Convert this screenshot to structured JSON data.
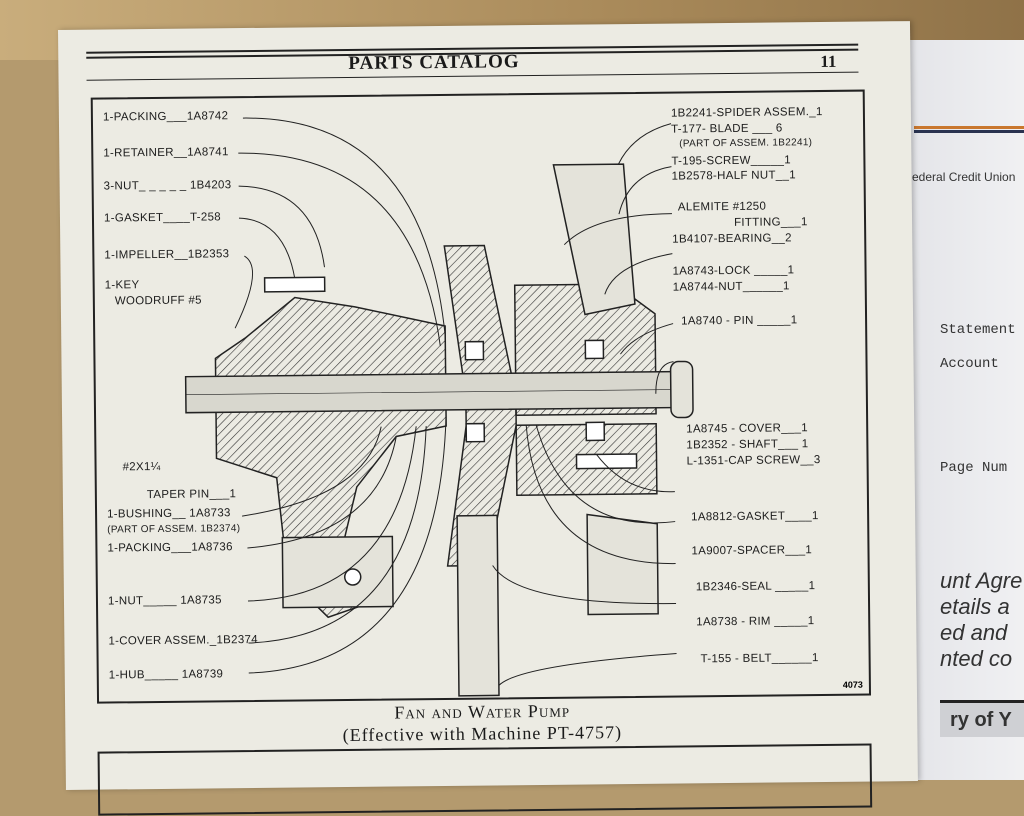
{
  "catalog": {
    "header_title": "PARTS CATALOG",
    "page_number": "11",
    "figure_number": "4073",
    "caption_title": "Fan and Water Pump",
    "caption_subtitle": "(Effective with Machine PT-4757)",
    "left_labels": [
      "1-PACKING___1A8742",
      "1-RETAINER__1A8741",
      "3-NUT_ _ _ _ _ 1B4203",
      "1-GASKET____T-258",
      "1-IMPELLER__1B2353",
      "1-KEY",
      "WOODRUFF #5",
      "#2X1¼",
      "TAPER PIN___1",
      "1-BUSHING__ 1A8733",
      "(PART OF ASSEM. 1B2374)",
      "1-PACKING___1A8736",
      "1-NUT_____ 1A8735",
      "1-COVER ASSEM._1B2374",
      "1-HUB_____ 1A8739"
    ],
    "right_labels": [
      "1B2241-SPIDER ASSEM._1",
      "T-177- BLADE ___ 6",
      "(PART OF ASSEM. 1B2241)",
      "T-195-SCREW_____1",
      "1B2578-HALF NUT__1",
      "ALEMITE #1250",
      "FITTING___1",
      "1B4107-BEARING__2",
      "1A8743-LOCK _____1",
      "1A8744-NUT______1",
      "1A8740 - PIN _____1",
      "1A8745 - COVER___1",
      "1B2352 - SHAFT___ 1",
      "L-1351-CAP SCREW__3",
      "1A8812-GASKET____1",
      "1A9007-SPACER___1",
      "1B2346-SEAL _____1",
      "1A8738 - RIM _____1",
      "T-155 - BELT______1"
    ]
  },
  "background_statement": {
    "brand": "ederal Credit Union",
    "lines": [
      "Statement",
      "Account",
      "Page Num"
    ],
    "agreement_lines": [
      "unt Agre",
      "etails a",
      "ed and",
      "nted co"
    ],
    "summary": "ry of Y"
  }
}
